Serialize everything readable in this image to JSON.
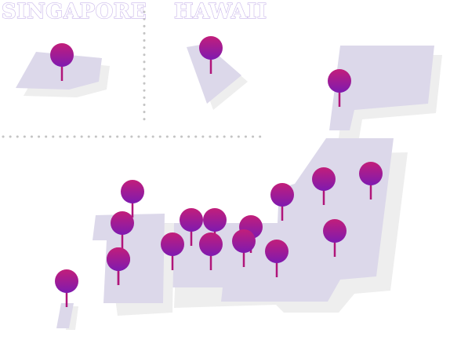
{
  "inset_labels": {
    "singapore": "SINGAPORE",
    "hawaii": "HAWAII"
  },
  "colors": {
    "land": "#dcd8ea",
    "shadow": "#eeeeee",
    "divider": "#c4c4c4",
    "pin_top": "#c21e7a",
    "pin_bottom": "#7e1ab0",
    "pin_stem": "#b0157a",
    "label_outline": "#c9b6ea"
  },
  "pins": [
    {
      "id": "singapore",
      "region": "singapore-inset"
    },
    {
      "id": "hawaii",
      "region": "hawaii-inset"
    },
    {
      "id": "hokkaido",
      "region": "hokkaido"
    },
    {
      "id": "tohoku-north",
      "region": "honshu"
    },
    {
      "id": "tohoku-east",
      "region": "honshu"
    },
    {
      "id": "niigata",
      "region": "honshu"
    },
    {
      "id": "kanto",
      "region": "honshu"
    },
    {
      "id": "chubu-north",
      "region": "honshu"
    },
    {
      "id": "chubu-south",
      "region": "honshu"
    },
    {
      "id": "tokai",
      "region": "honshu"
    },
    {
      "id": "kansai-north-1",
      "region": "honshu"
    },
    {
      "id": "kansai-north-2",
      "region": "honshu"
    },
    {
      "id": "kansai-south-1",
      "region": "honshu"
    },
    {
      "id": "kansai-south-2",
      "region": "honshu"
    },
    {
      "id": "chugoku",
      "region": "honshu"
    },
    {
      "id": "kyushu-north",
      "region": "kyushu"
    },
    {
      "id": "kyushu-mid",
      "region": "kyushu"
    },
    {
      "id": "kyushu-south",
      "region": "kyushu"
    },
    {
      "id": "okinawa",
      "region": "okinawa"
    }
  ]
}
